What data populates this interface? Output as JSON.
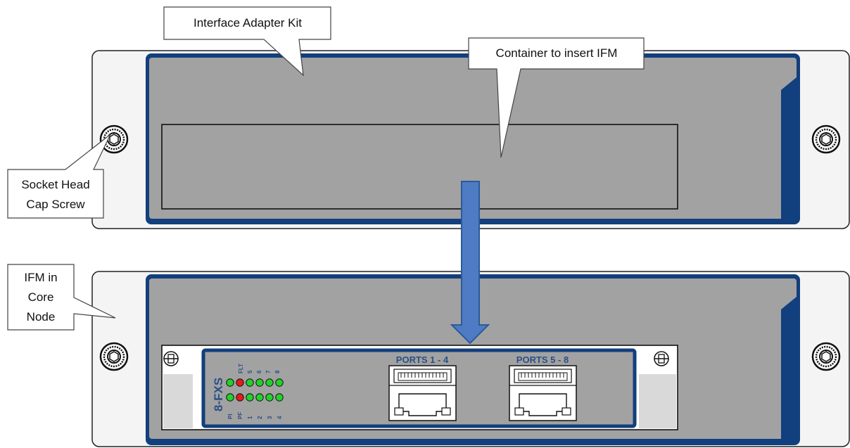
{
  "callouts": {
    "interface_adapter_kit": "Interface Adapter Kit",
    "container": "Container to insert IFM",
    "screw_line1": "Socket Head",
    "screw_line2": "Cap Screw",
    "ifm_line1": "IFM in",
    "ifm_line2": "Core",
    "ifm_line3": "Node"
  },
  "module": {
    "name": "8-FXS",
    "ports_group_1": "PORTS 1 - 4",
    "ports_group_2": "PORTS 5 - 8",
    "led_top_labels": [
      "FLT",
      "5",
      "6",
      "7",
      "8"
    ],
    "led_bottom_labels": [
      "PI",
      "PF",
      "1",
      "2",
      "3",
      "4"
    ],
    "led_row1_states": [
      "on",
      "fault",
      "on",
      "on",
      "on",
      "on"
    ],
    "led_row2_states": [
      "on",
      "fault",
      "on",
      "on",
      "on",
      "on"
    ]
  },
  "colors": {
    "panel_face": "#f4f4f4",
    "bezel_blue": "#123f7d",
    "inner_gray": "#a2a2a2",
    "arrow_fill": "#4d7cc4",
    "arrow_stroke": "#2b5a9a",
    "led_green": "#22d12a",
    "led_red": "#e51b1b"
  }
}
